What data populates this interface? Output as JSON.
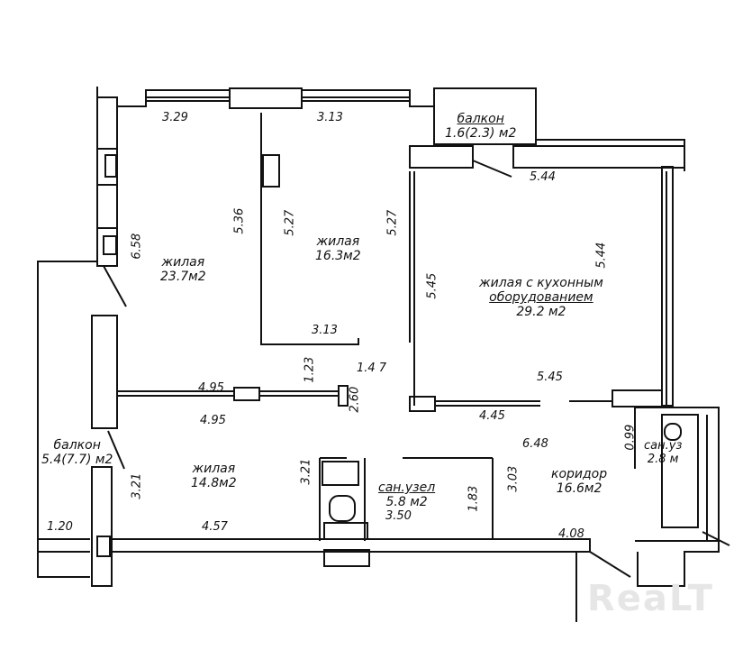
{
  "rooms": {
    "living1": {
      "name": "жилая",
      "area": "23.7м2"
    },
    "living2": {
      "name": "жилая",
      "area": "16.3м2"
    },
    "living3": {
      "name": "жилая",
      "area": "14.8м2"
    },
    "kitchen": {
      "name1": "жилая с кухонным",
      "name2": "оборудованием",
      "area": "29.2 м2"
    },
    "bath1": {
      "name": "сан.узел",
      "area": "5.8 м2"
    },
    "bath2": {
      "name": "сан.уз",
      "area": "2.8 м"
    },
    "corridor": {
      "name": "коридор",
      "area": "16.6м2"
    },
    "balcony_top": {
      "name": "балкон",
      "area": "1.6(2.3) м2"
    },
    "balcony_left": {
      "name": "балкон",
      "area": "5.4(7.7) м2"
    }
  },
  "dims": {
    "d329": "3.29",
    "d313a": "3.13",
    "d544a": "5.44",
    "d658": "6.58",
    "d536": "5.36",
    "d527a": "5.27",
    "d527b": "5.27",
    "d545a": "5.45",
    "d544b": "5.44",
    "d313b": "3.13",
    "d123": "1.23",
    "d147": "1.4 7",
    "d545b": "5.45",
    "d495a": "4.95",
    "d260": "2.60",
    "d495b": "4.95",
    "d445": "4.45",
    "d099": "0.99",
    "d648": "6.48",
    "d321a": "3.21",
    "d321b": "3.21",
    "d303": "3.03",
    "d183": "1.83",
    "d350": "3.50",
    "d120": "1.20",
    "d457": "4.57",
    "d408": "4.08"
  },
  "watermark": "ReaLT"
}
